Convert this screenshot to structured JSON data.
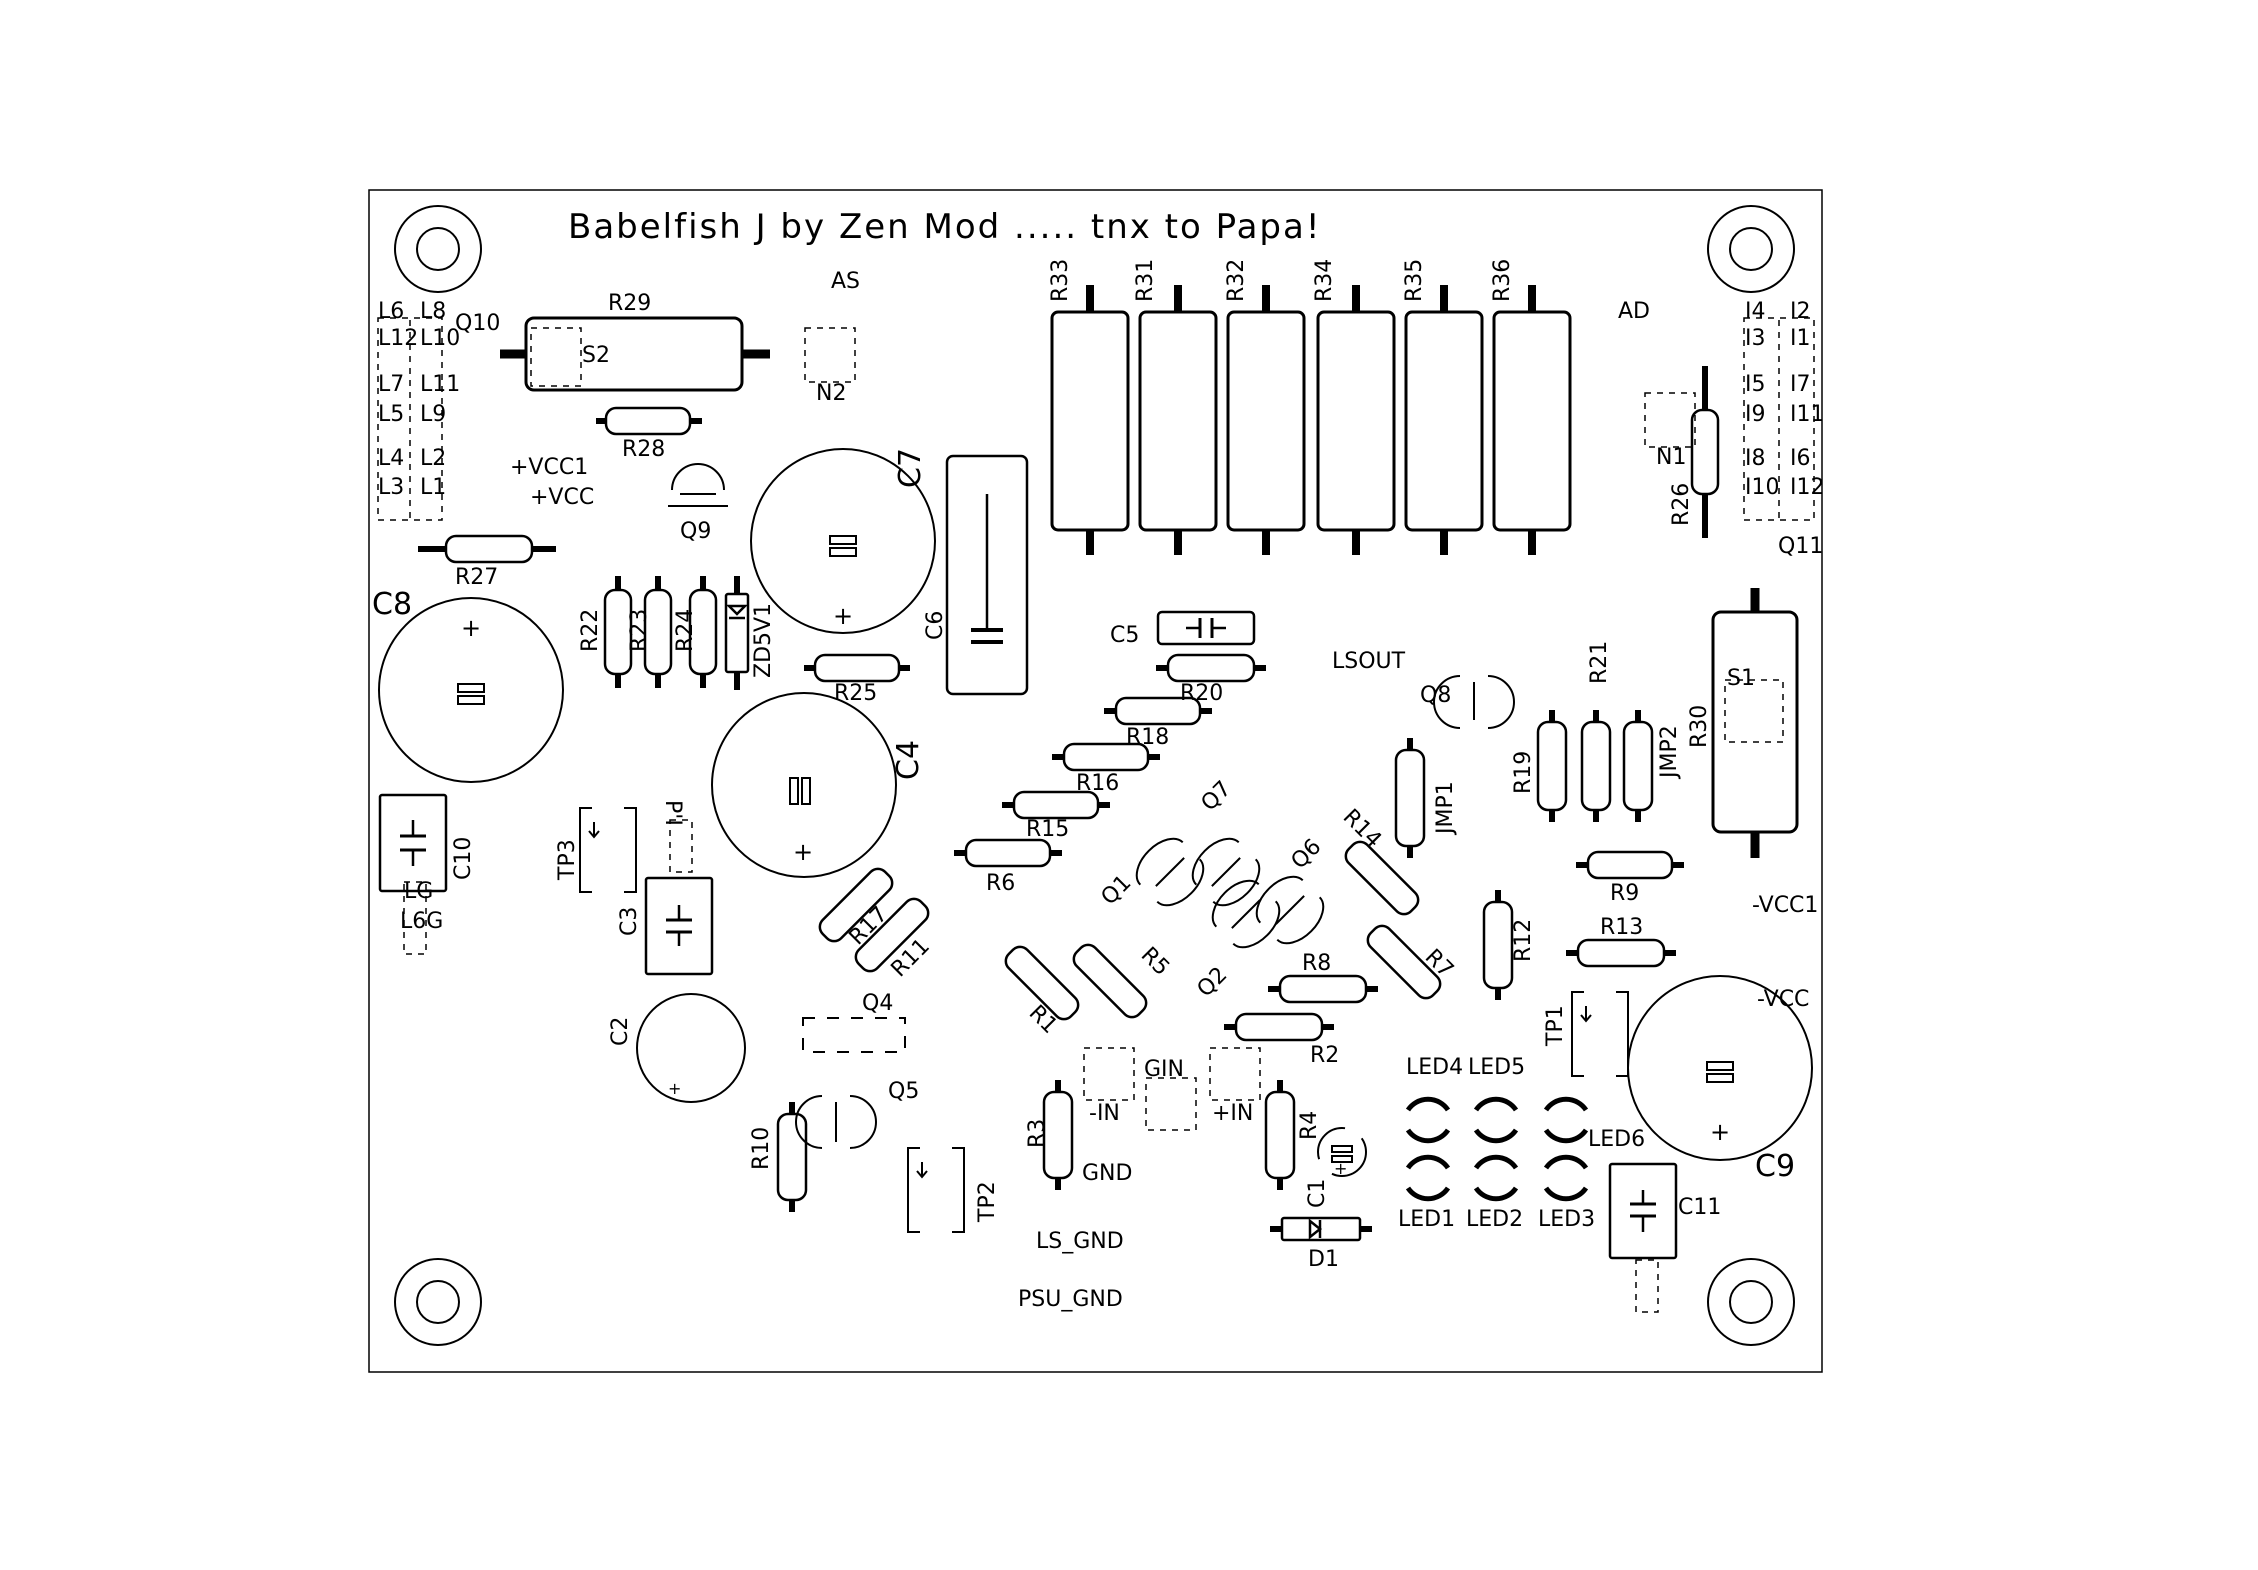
{
  "title": "Babelfish J by Zen Mod ..... tnx to Papa!",
  "labels": {
    "AS": "AS",
    "AD": "AD",
    "N2": "N2",
    "N1": "N1",
    "R26": "R26",
    "Q10": "Q10",
    "Q11": "Q11",
    "S1": "S1",
    "S2": "S2",
    "vcc1": "+VCC1",
    "vcc": "+VCC",
    "nvcc1": "-VCC1",
    "nvcc": "-VCC",
    "LSOUT": "LSOUT",
    "GIN": "GIN",
    "minus_in": "-IN",
    "plus_in": "+IN",
    "GND": "GND",
    "LS_GND": "LS_GND",
    "PSU_GND": "PSU_GND",
    "LG": "LG",
    "LGG": "L6G",
    "P1": "P'I",
    "R33": "R33",
    "R31": "R31",
    "R32": "R32",
    "R34": "R34",
    "R35": "R35",
    "R36": "R36",
    "R29": "R29",
    "R28": "R28",
    "R27": "R27",
    "R22": "R22",
    "R23": "R23",
    "R24": "R24",
    "ZD5V1": "ZD5V1",
    "R25": "R25",
    "C1": "C1",
    "C2": "C2",
    "C3": "C3",
    "C4": "C4",
    "C5": "C5",
    "C6": "C6",
    "C7": "C7",
    "C8": "C8",
    "C9": "C9",
    "C10": "C10",
    "C11": "C11",
    "Q1": "Q1",
    "Q2": "Q2",
    "Q4": "Q4",
    "Q5": "Q5",
    "Q6": "Q6",
    "Q7": "Q7",
    "Q8": "Q8",
    "Q9": "Q9",
    "R1": "R1",
    "R2": "R2",
    "R3": "R3",
    "R4": "R4",
    "R5": "R5",
    "R6": "R6",
    "R7": "R7",
    "R8": "R8",
    "R9": "R9",
    "R10": "R10",
    "R11": "R11",
    "R12": "R12",
    "R13": "R13",
    "R14": "R14",
    "R15": "R15",
    "R16": "R16",
    "R17": "R17",
    "R18": "R18",
    "R19": "R19",
    "R20": "R20",
    "R21": "R21",
    "R30": "R30",
    "JMP1": "JMP1",
    "JMP2": "JMP2",
    "TP1": "TP1",
    "TP2": "TP2",
    "TP3": "TP3",
    "D1": "D1",
    "LED1": "LED1",
    "LED2": "LED2",
    "LED3": "LED3",
    "LED4": "LED4",
    "LED5": "LED5",
    "LED6": "LED6",
    "L6": "L6",
    "L8": "L8",
    "L12": "L12",
    "L10": "L10",
    "L7": "L7",
    "L11": "L11",
    "L5": "L5",
    "L9": "L9",
    "L4": "L4",
    "L2": "L2",
    "L3": "L3",
    "L1": "L1",
    "I4": "I4",
    "I2": "I2",
    "I3": "I3",
    "I1": "I1",
    "I5": "I5",
    "I7": "I7",
    "I9": "I9",
    "I11": "I11",
    "I8": "I8",
    "I6": "I6",
    "I10": "I10",
    "I12": "I12"
  }
}
